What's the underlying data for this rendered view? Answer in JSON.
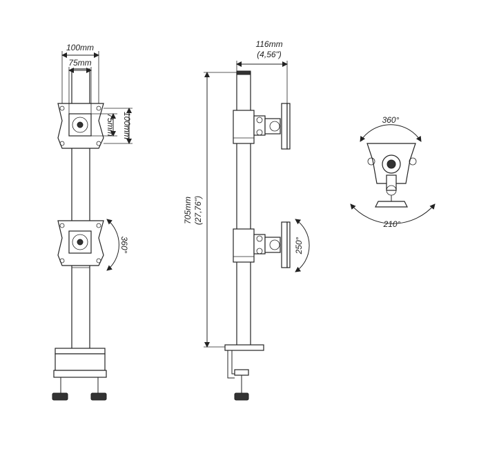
{
  "front_view": {
    "vesa_width_outer": "100mm",
    "vesa_width_inner": "75mm",
    "vesa_height_inner": "75mm",
    "vesa_height_outer": "100mm",
    "rotation": "360°"
  },
  "side_view": {
    "depth": "116mm",
    "depth_inches": "(4,56\")",
    "height": "705mm",
    "height_inches": "(27,76\")",
    "tilt": "250°"
  },
  "detail_view": {
    "rotation_top": "360°",
    "swivel_bottom": "210°"
  }
}
